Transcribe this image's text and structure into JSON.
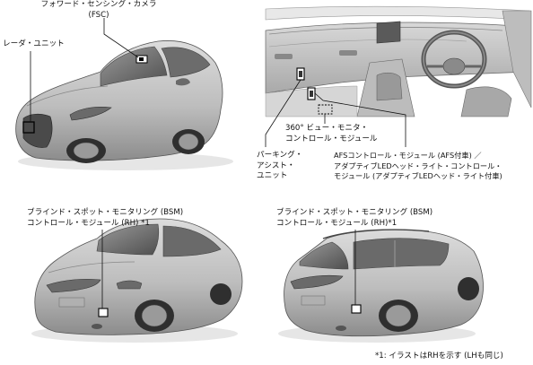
{
  "labels": {
    "fsc_line1": "フォワード・センシング・カメラ",
    "fsc_line2": "(FSC)",
    "radar": "レーダ・ユニット",
    "view360_line1": "360° ビュー・モニタ・",
    "view360_line2": "コントロール・モジュール",
    "parking_line1": "パーキング・",
    "parking_line2": "アシスト・",
    "parking_line3": "ユニット",
    "afs_line1": "AFSコントロール・モジュール (AFS付車) ／",
    "afs_line2": "アダプティブLEDヘッド・ライト・コントロール・",
    "afs_line3": "モジュール (アダプティブLEDヘッド・ライト付車)",
    "bsm_sedan_line1": "ブラインド・スポット・モニタリング (BSM)",
    "bsm_sedan_line2": "コントロール・モジュール (RH) *1",
    "bsm_wagon_line1": "ブラインド・スポット・モニタリング (BSM)",
    "bsm_wagon_line2": "コントロール・モジュール (RH)*1",
    "footnote": "*1: イラストはRHを示す (LHも同じ)"
  },
  "colors": {
    "body_fill": "#c4c4c4",
    "body_dark": "#7d7d7d",
    "glass": "#5f5f5f",
    "line": "#111111"
  }
}
